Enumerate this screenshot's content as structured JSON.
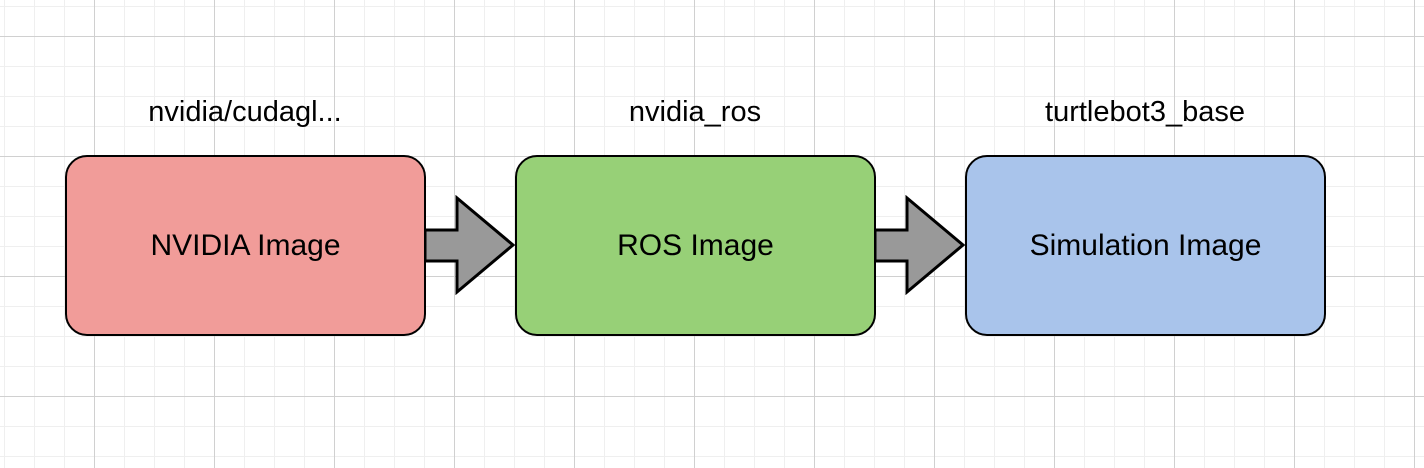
{
  "nodes": [
    {
      "title": "nvidia/cudagl...",
      "label": "NVIDIA Image",
      "fill": "#f19c99"
    },
    {
      "title": "nvidia_ros",
      "label": "ROS Image",
      "fill": "#97d077"
    },
    {
      "title": "turtlebot3_base",
      "label": "Simulation Image",
      "fill": "#a9c4eb"
    }
  ],
  "arrow_fill": "#999999"
}
